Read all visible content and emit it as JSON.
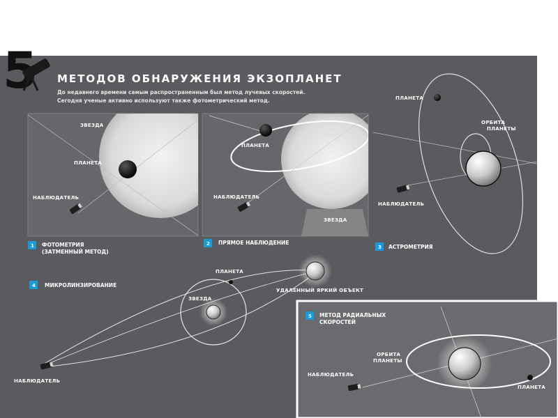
{
  "header": {
    "number": "5",
    "title": "МЕТОДОВ ОБНАРУЖЕНИЯ ЭКЗОПЛАНЕТ",
    "subtitle_line1": "До недавнего времени самым распространенным был метод лучевых скоростей.",
    "subtitle_line2": "Сегодня ученые активно используют также фотометрический метод."
  },
  "panel1": {
    "star_label": "ЗВЕЗДА",
    "planet_label": "ПЛАНЕТА",
    "observer_label": "НАБЛЮДАТЕЛЬ",
    "number": "1",
    "caption_line1": "ФОТОМЕТРИЯ",
    "caption_line2": "(ЗАТМЕННЫЙ МЕТОД)"
  },
  "panel2": {
    "planet_label": "ПЛАНЕТА",
    "observer_label": "НАБЛЮДАТЕЛЬ",
    "star_label": "ЗВЕЗДА",
    "number": "2",
    "caption": "ПРЯМОЕ НАБЛЮДЕНИЕ"
  },
  "panel3": {
    "planet_label": "ПЛАНЕТА",
    "orbit_label_line1": "ОРБИТА",
    "orbit_label_line2": "ПЛАНЕТЫ",
    "observer_label": "НАБЛЮДАТЕЛЬ",
    "number": "3",
    "caption": "АСТРОМЕТРИЯ"
  },
  "panel4": {
    "number": "4",
    "caption": "МИКРОЛИНЗИРОВАНИЕ",
    "planet_label": "ПЛАНЕТА",
    "star_label": "ЗВЕЗДА",
    "far_object_label": "УДАЛЕННЫЙ ЯРКИЙ ОБЪЕКТ",
    "observer_label": "НАБЛЮДАТЕЛЬ"
  },
  "panel5": {
    "number": "5",
    "caption_line1": "МЕТОД РАДИАЛЬНЫХ",
    "caption_line2": "СКОРОСТЕЙ",
    "orbit_label_line1": "ОРБИТА",
    "orbit_label_line2": "ПЛАНЕТЫ",
    "observer_label": "НАБЛЮДАТЕЛЬ",
    "planet_label": "ПЛАНЕТА"
  },
  "colors": {
    "background": "#5a5b5e",
    "panel_box": "#66676a",
    "badge": "#1a9ad6",
    "light_body": "#d8d8d8"
  }
}
